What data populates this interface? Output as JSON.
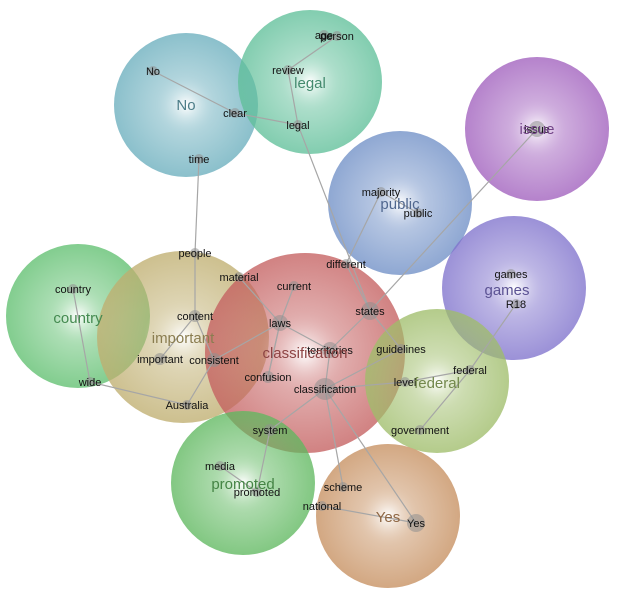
{
  "topics": [
    {
      "id": "No",
      "label": "No",
      "color": "#6aaebd"
    },
    {
      "id": "legal",
      "label": "legal",
      "color": "#5fbf99"
    },
    {
      "id": "issue",
      "label": "issue",
      "color": "#a05fbd"
    },
    {
      "id": "public",
      "label": "public",
      "color": "#6f8fc6"
    },
    {
      "id": "games",
      "label": "games",
      "color": "#7f72cc"
    },
    {
      "id": "country",
      "label": "country",
      "color": "#5fbf6f"
    },
    {
      "id": "important",
      "label": "important",
      "color": "#bfae6f"
    },
    {
      "id": "classification",
      "label": "classification",
      "color": "#c45f5f"
    },
    {
      "id": "federal",
      "label": "federal",
      "color": "#9fbd6a"
    },
    {
      "id": "promoted",
      "label": "promoted",
      "color": "#5fb85f"
    },
    {
      "id": "Yes",
      "label": "Yes",
      "color": "#c68f5f"
    }
  ],
  "nodes": [
    {
      "id": "age",
      "label": "age"
    },
    {
      "id": "person",
      "label": "person"
    },
    {
      "id": "review",
      "label": "review"
    },
    {
      "id": "No_w",
      "label": "No"
    },
    {
      "id": "clear",
      "label": "clear"
    },
    {
      "id": "legal_w",
      "label": "legal"
    },
    {
      "id": "time",
      "label": "time"
    },
    {
      "id": "issue_w",
      "label": "issue"
    },
    {
      "id": "majority",
      "label": "majority"
    },
    {
      "id": "public_w",
      "label": "public"
    },
    {
      "id": "games_w",
      "label": "games"
    },
    {
      "id": "R18",
      "label": "R18"
    },
    {
      "id": "people",
      "label": "people"
    },
    {
      "id": "material",
      "label": "material"
    },
    {
      "id": "current",
      "label": "current"
    },
    {
      "id": "different",
      "label": "different"
    },
    {
      "id": "country_w",
      "label": "country"
    },
    {
      "id": "content",
      "label": "content"
    },
    {
      "id": "laws",
      "label": "laws"
    },
    {
      "id": "states",
      "label": "states"
    },
    {
      "id": "territories",
      "label": "territories"
    },
    {
      "id": "guidelines",
      "label": "guidelines"
    },
    {
      "id": "important_w",
      "label": "important"
    },
    {
      "id": "consistent",
      "label": "consistent"
    },
    {
      "id": "confusion",
      "label": "confusion"
    },
    {
      "id": "federal_w",
      "label": "federal"
    },
    {
      "id": "wide",
      "label": "wide"
    },
    {
      "id": "classification_w",
      "label": "classification"
    },
    {
      "id": "level",
      "label": "level"
    },
    {
      "id": "Australia",
      "label": "Australia"
    },
    {
      "id": "system",
      "label": "system"
    },
    {
      "id": "government",
      "label": "government"
    },
    {
      "id": "media",
      "label": "media"
    },
    {
      "id": "promoted_w",
      "label": "promoted"
    },
    {
      "id": "scheme",
      "label": "scheme"
    },
    {
      "id": "national",
      "label": "national"
    },
    {
      "id": "Yes_w",
      "label": "Yes"
    }
  ],
  "edges": [
    [
      "review",
      "person"
    ],
    [
      "review",
      "legal_w"
    ],
    [
      "No_w",
      "clear"
    ],
    [
      "clear",
      "legal_w"
    ],
    [
      "legal_w",
      "states"
    ],
    [
      "time",
      "people"
    ],
    [
      "issue_w",
      "states"
    ],
    [
      "majority",
      "public_w"
    ],
    [
      "majority",
      "different"
    ],
    [
      "R18",
      "federal_w"
    ],
    [
      "federal_w",
      "government"
    ],
    [
      "country_w",
      "wide"
    ],
    [
      "wide",
      "Australia"
    ],
    [
      "people",
      "content"
    ],
    [
      "content",
      "important_w"
    ],
    [
      "content",
      "consistent"
    ],
    [
      "material",
      "laws"
    ],
    [
      "current",
      "laws"
    ],
    [
      "laws",
      "territories"
    ],
    [
      "laws",
      "consistent"
    ],
    [
      "laws",
      "confusion"
    ],
    [
      "territories",
      "states"
    ],
    [
      "territories",
      "classification_w"
    ],
    [
      "states",
      "guidelines"
    ],
    [
      "states",
      "different"
    ],
    [
      "guidelines",
      "classification_w"
    ],
    [
      "consistent",
      "Australia"
    ],
    [
      "confusion",
      "laws"
    ],
    [
      "classification_w",
      "system"
    ],
    [
      "classification_w",
      "level"
    ],
    [
      "classification_w",
      "Yes_w"
    ],
    [
      "system",
      "promoted_w"
    ],
    [
      "media",
      "promoted_w"
    ],
    [
      "scheme",
      "classification_w"
    ],
    [
      "national",
      "Yes_w"
    ],
    [
      "level",
      "federal_w"
    ]
  ]
}
